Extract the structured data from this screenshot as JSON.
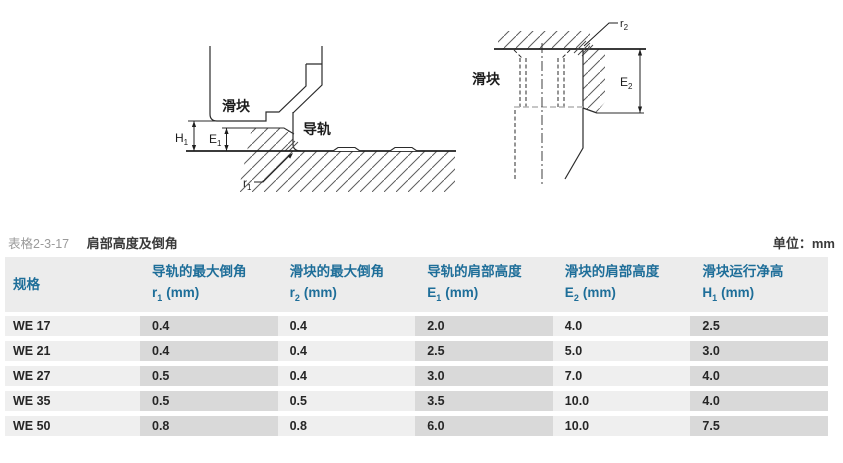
{
  "colors": {
    "accent_blue": "#1e6e99",
    "caption_gray": "#9a9a9a",
    "text_dark": "#262626",
    "cell_light": "#efefef",
    "cell_dark": "#d9d9d9",
    "header_bg": "#ececec"
  },
  "diagrams": {
    "left": {
      "slider_label": "滑块",
      "rail_label": "导轨",
      "h1_sym": "H",
      "h1_sub": "1",
      "e1_sym": "E",
      "e1_sub": "1",
      "r1_sym": "r",
      "r1_sub": "1"
    },
    "right": {
      "slider_label": "滑块",
      "r2_sym": "r",
      "r2_sub": "2",
      "e2_sym": "E",
      "e2_sub": "2"
    }
  },
  "caption": {
    "table_no": "表格2-3-17",
    "title": "肩部高度及倒角",
    "unit": "单位：mm"
  },
  "table": {
    "columns": [
      {
        "line1": "规格",
        "sym": "",
        "sub": "",
        "unit": ""
      },
      {
        "line1": "导轨的最大倒角",
        "sym": "r",
        "sub": "1",
        "unit": "(mm)"
      },
      {
        "line1": "滑块的最大倒角",
        "sym": "r",
        "sub": "2",
        "unit": "(mm)"
      },
      {
        "line1": "导轨的肩部高度",
        "sym": "E",
        "sub": "1",
        "unit": "(mm)"
      },
      {
        "line1": "滑块的肩部高度",
        "sym": "E",
        "sub": "2",
        "unit": "(mm)"
      },
      {
        "line1": "滑块运行净高",
        "sym": "H",
        "sub": "1",
        "unit": "(mm)"
      }
    ],
    "rows": [
      {
        "spec": "WE 17",
        "r1": "0.4",
        "r2": "0.4",
        "e1": "2.0",
        "e2": "4.0",
        "h1": "2.5"
      },
      {
        "spec": "WE 21",
        "r1": "0.4",
        "r2": "0.4",
        "e1": "2.5",
        "e2": "5.0",
        "h1": "3.0"
      },
      {
        "spec": "WE 27",
        "r1": "0.5",
        "r2": "0.4",
        "e1": "3.0",
        "e2": "7.0",
        "h1": "4.0"
      },
      {
        "spec": "WE 35",
        "r1": "0.5",
        "r2": "0.5",
        "e1": "3.5",
        "e2": "10.0",
        "h1": "4.0"
      },
      {
        "spec": "WE 50",
        "r1": "0.8",
        "r2": "0.8",
        "e1": "6.0",
        "e2": "10.0",
        "h1": "7.5"
      }
    ]
  }
}
